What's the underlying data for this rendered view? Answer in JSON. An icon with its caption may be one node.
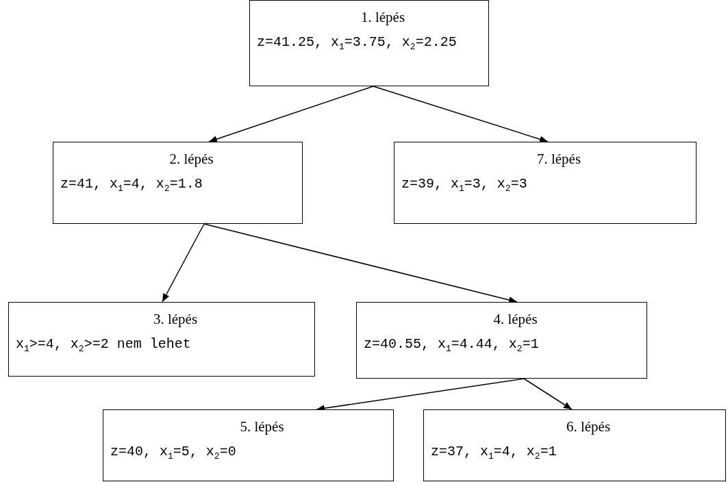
{
  "diagram": {
    "nodes": [
      {
        "text": [
          "1. lépés",
          "z=41.25, x$_{1}$=3.75, x$_{2}$=2.25"
        ]
      },
      {
        "text": [
          "2. lépés",
          "z=41, x$_{1}$=4, x$_{2}$=1.8"
        ]
      },
      {
        "text": [
          "7. lépés",
          "z=39, x$_{1}$=3, x$_{2}$=3"
        ]
      },
      {
        "text": [
          "3. lépés",
          "x$_{1}$>=4, x$_{2}$>=2 nem lehet"
        ]
      },
      {
        "text": [
          "4. lépés",
          "z=40.55, x$_{1}$=4.44, x$_{2}$=1"
        ]
      },
      {
        "text": [
          "5. lépés",
          "z=40, x$_{1}$=5, x$_{2}$=0"
        ]
      },
      {
        "text": [
          "6. lépés",
          "z=37, x$_{1}$=4, x$_{2}$=1"
        ]
      }
    ],
    "edges": [
      {
        "from": 0,
        "to": 1,
        "arrow": "to"
      },
      {
        "from": 0,
        "to": 2,
        "arrow": "to"
      },
      {
        "from": 1,
        "to": 3,
        "arrow": "to"
      },
      {
        "from": 1,
        "to": 4,
        "arrow": "to"
      },
      {
        "from": 4,
        "to": 5,
        "arrow": "to"
      },
      {
        "from": 4,
        "to": 6,
        "arrow": "to"
      }
    ]
  }
}
